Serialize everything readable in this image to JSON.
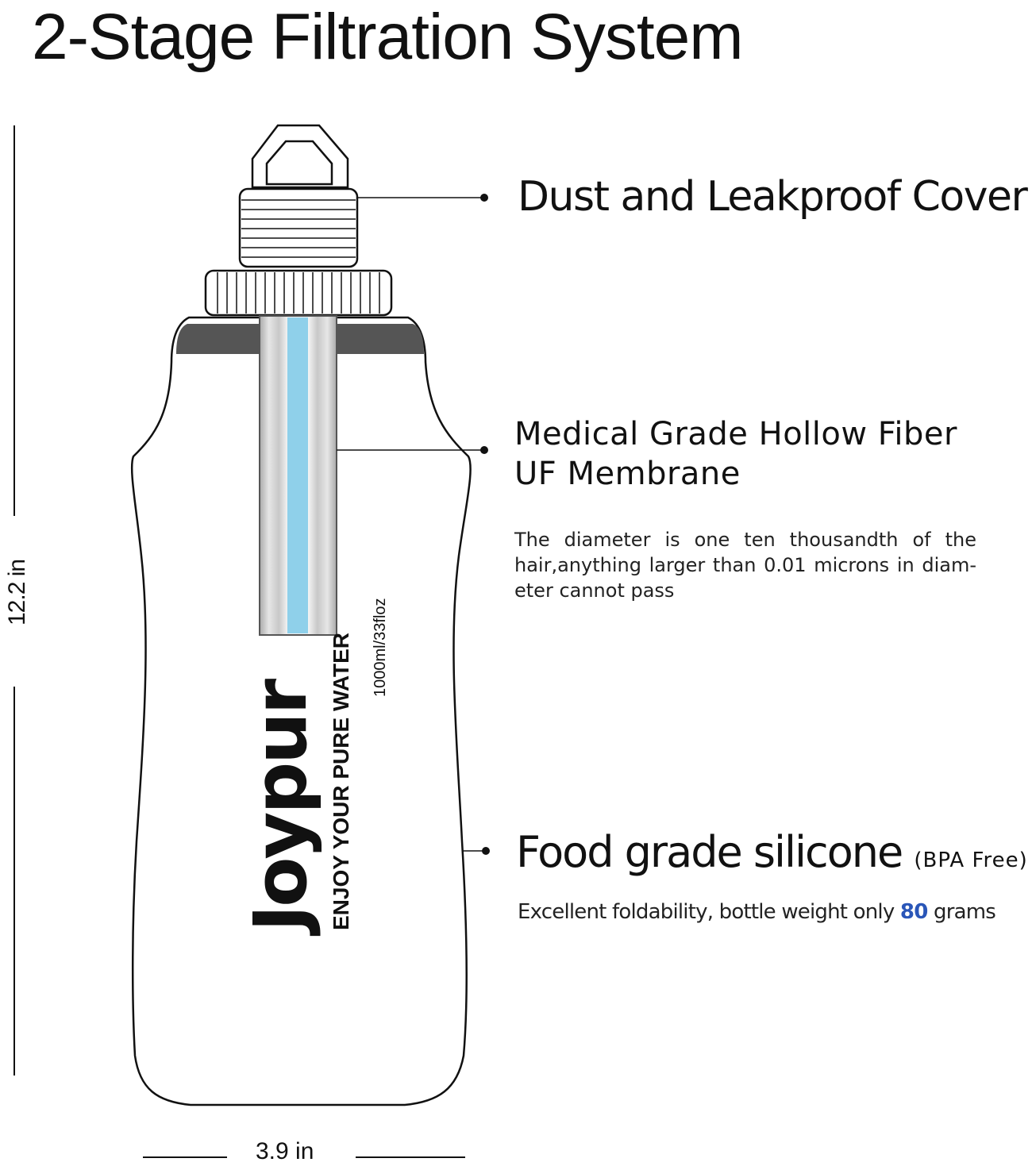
{
  "title": "2-Stage Filtration System",
  "callouts": {
    "cover": {
      "label": "Dust and Leakproof Cover"
    },
    "membrane": {
      "label_line1": "Medical Grade Hollow Fiber",
      "label_line2": "UF Membrane",
      "description": "The diameter is one ten thousandth of the hair,anything larger than 0.01 microns in diam-eter cannot pass"
    },
    "silicone": {
      "label": "Food grade silicone",
      "note": "(BPA Free)",
      "description_prefix": "Excellent foldability, bottle weight only",
      "weight_value": "80",
      "description_suffix": "grams"
    }
  },
  "bottle": {
    "brand": "Joypur",
    "tagline": "ENJOY YOUR PURE WATER",
    "volume": "1000ml/33floz"
  },
  "dimensions": {
    "height": "12.2 in",
    "width": "3.9 in"
  },
  "colors": {
    "accent": "#2a56b8",
    "filter_core": "#8fd0ea",
    "shoulder_band": "#555555"
  }
}
